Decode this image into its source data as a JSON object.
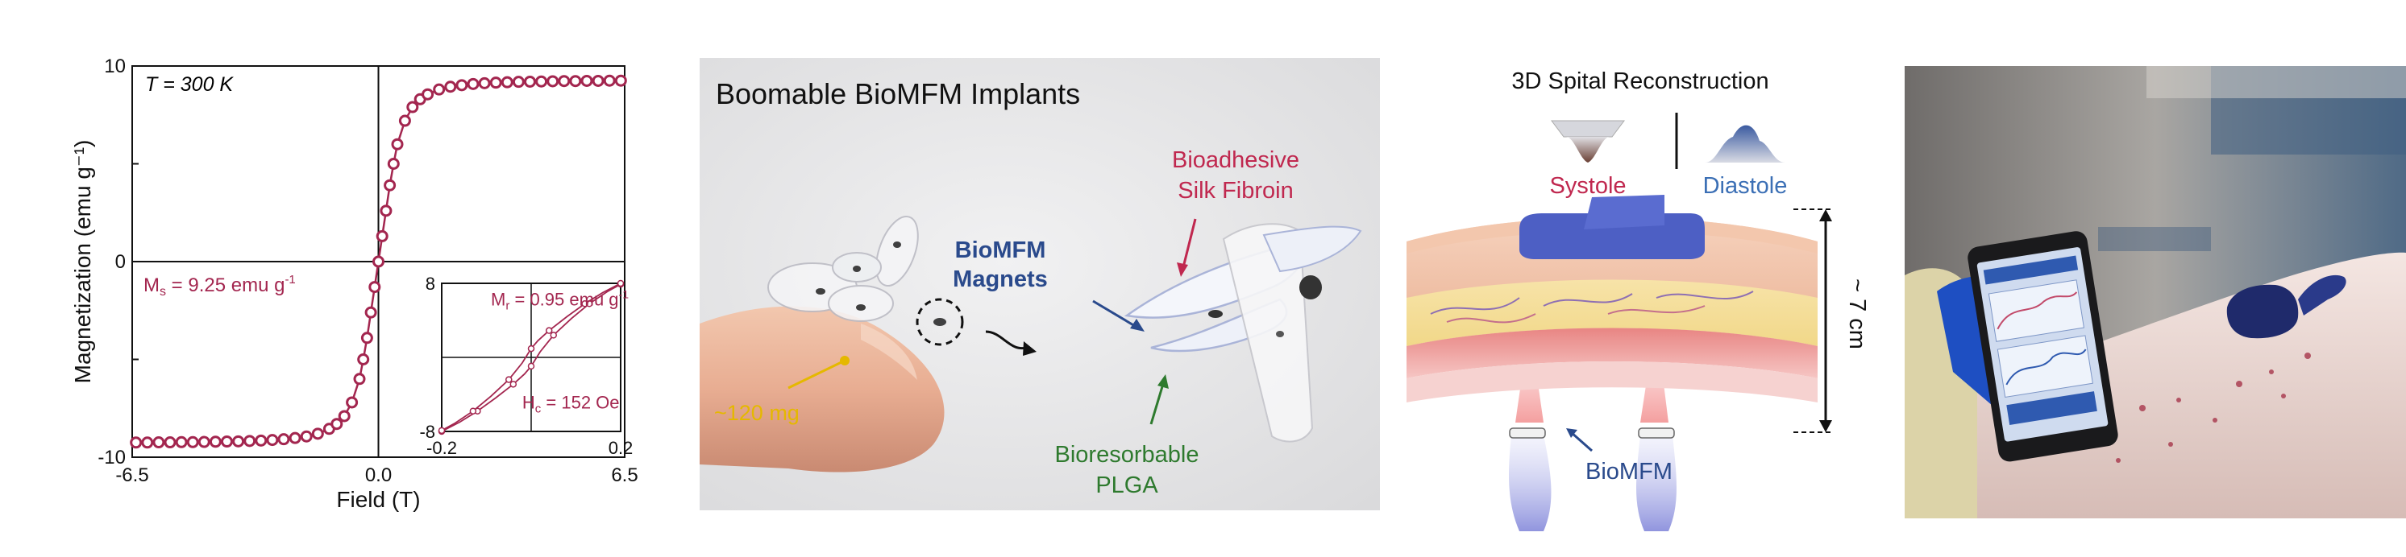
{
  "chart_data": [
    {
      "type": "line",
      "title": "",
      "xlabel": "Field (T)",
      "ylabel": "Magnetization (emu g⁻¹)",
      "xlim": [
        -6.5,
        6.5
      ],
      "ylim": [
        -10,
        10
      ],
      "x_tick_labels": [
        "-6.5",
        "0.0",
        "6.5"
      ],
      "y_tick_labels": [
        "10",
        "0",
        "-10"
      ],
      "grid": false,
      "annotations": {
        "temperature": "T = 300 K",
        "saturation": "Ms = 9.25 emu g⁻¹"
      },
      "series": [
        {
          "x": [
            -6.4,
            -6.1,
            -5.8,
            -5.5,
            -5.2,
            -4.9,
            -4.6,
            -4.3,
            -4.0,
            -3.7,
            -3.4,
            -3.1,
            -2.8,
            -2.5,
            -2.2,
            -1.9,
            -1.6,
            -1.3,
            -1.1,
            -0.9,
            -0.7,
            -0.5,
            -0.4,
            -0.3,
            -0.2,
            -0.1,
            0.0,
            0.1,
            0.2,
            0.3,
            0.4,
            0.5,
            0.7,
            0.9,
            1.1,
            1.3,
            1.6,
            1.9,
            2.2,
            2.5,
            2.8,
            3.1,
            3.4,
            3.7,
            4.0,
            4.3,
            4.6,
            4.9,
            5.2,
            5.5,
            5.8,
            6.1,
            6.4
          ],
          "y": [
            -9.25,
            -9.25,
            -9.24,
            -9.24,
            -9.23,
            -9.23,
            -9.22,
            -9.21,
            -9.2,
            -9.19,
            -9.17,
            -9.15,
            -9.12,
            -9.08,
            -9.02,
            -8.94,
            -8.8,
            -8.55,
            -8.3,
            -7.9,
            -7.2,
            -6.0,
            -5.0,
            -3.9,
            -2.6,
            -1.3,
            0.0,
            1.3,
            2.6,
            3.9,
            5.0,
            6.0,
            7.2,
            7.9,
            8.3,
            8.55,
            8.8,
            8.94,
            9.02,
            9.08,
            9.12,
            9.15,
            9.17,
            9.19,
            9.2,
            9.21,
            9.22,
            9.23,
            9.23,
            9.24,
            9.24,
            9.25,
            9.25
          ]
        }
      ]
    },
    {
      "type": "line",
      "title": "",
      "xlim": [
        -0.2,
        0.2
      ],
      "ylim": [
        -8,
        8
      ],
      "x_tick_labels": [
        "-0.2",
        "0.2"
      ],
      "y_tick_labels": [
        "8",
        "-8"
      ],
      "annotations": {
        "remanence": "Mr = 0.95 emu g⁻¹",
        "coercivity": "Hc = 152 Oe"
      },
      "series": [
        {
          "x": [
            -0.2,
            -0.16,
            -0.12,
            -0.08,
            -0.04,
            -0.015,
            0.0,
            0.02,
            0.05,
            0.09,
            0.13,
            0.17,
            0.2
          ],
          "y": [
            -8.0,
            -7.0,
            -5.8,
            -4.4,
            -2.9,
            -1.8,
            -0.95,
            0.6,
            2.4,
            4.2,
            5.8,
            7.1,
            7.9
          ]
        },
        {
          "x": [
            -0.2,
            -0.17,
            -0.13,
            -0.09,
            -0.05,
            -0.02,
            0.0,
            0.015,
            0.04,
            0.08,
            0.12,
            0.16,
            0.2
          ],
          "y": [
            -7.9,
            -7.1,
            -5.8,
            -4.2,
            -2.4,
            -0.6,
            0.95,
            1.8,
            2.9,
            4.4,
            5.8,
            7.0,
            8.0
          ]
        }
      ]
    }
  ],
  "colors": {
    "curve": "#a3264f",
    "magnets_label": "#2a4a8c",
    "adhesive_label": "#c0284f",
    "plga_label": "#2e7a2e",
    "mass_label": "#e5b800",
    "systole": "#c0284f",
    "diastole": "#3b6fb5",
    "bioMFM_label": "#2a4a8c"
  },
  "panel2": {
    "title": "Boomable BioMFM Implants",
    "magnets_line1": "BioMFM",
    "magnets_line2": "Magnets",
    "adhesive_line1": "Bioadhesive",
    "adhesive_line2": "Silk Fibroin",
    "plga_line1": "Bioresorbable",
    "plga_line2": "PLGA",
    "mass": "~120 mg"
  },
  "panel3": {
    "title": "3D Spital Reconstruction",
    "systole": "Systole",
    "diastole": "Diastole",
    "depth": "~ 7 cm",
    "device": "BioMFM"
  }
}
